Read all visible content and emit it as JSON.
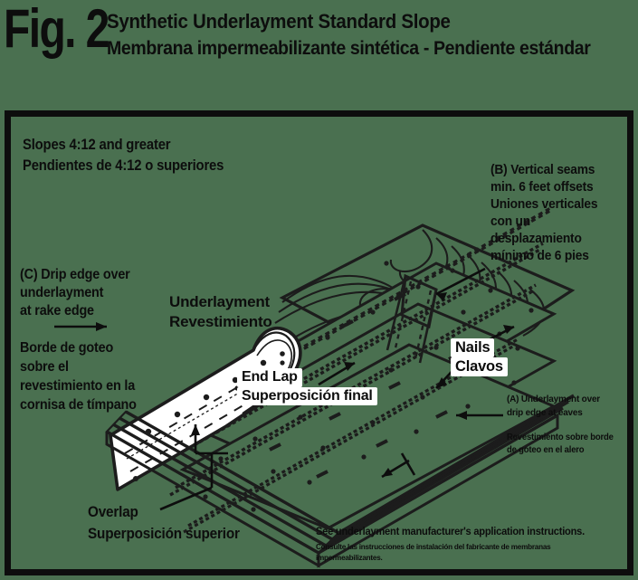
{
  "header": {
    "figure_number": "Fig. 2",
    "title_en": "Synthetic Underlayment Standard Slope",
    "title_es": "Membrana impermeabilizante sintética - Pendiente estándar"
  },
  "colors": {
    "background_green": "#4a7050",
    "ink_black": "#0d0d0d",
    "paper_white": "#ffffff"
  },
  "callouts": {
    "slopes": "Slopes 4:12 and greater\nPendientes de 4:12 o superiores",
    "drip_edge_en": "(C) Drip edge over\nunderlayment\nat rake edge",
    "drip_edge_es": "Borde de goteo\nsobre el\nrevestimiento en la\ncornisa de tímpano",
    "vertical_seams": "(B) Vertical seams\nmin. 6 feet offsets\nUniones verticales\ncon un\ndesplazamiento\nmínimo de 6 pies",
    "overlap": "Overlap\nSuperposición superior",
    "eaves_en": "(A) Underlayment over\ndrip edge at eaves",
    "eaves_es": "Revestimiento sobre borde\nde goteo en el alero"
  },
  "labels": {
    "underlayment_en": "Underlayment",
    "underlayment_es": "Revestimiento",
    "end_lap_en": "End Lap",
    "end_lap_es": "Superposición final",
    "nails_en": "Nails",
    "nails_es": "Clavos"
  },
  "footnote": {
    "en": "See underlayment manufacturer's application instructions.",
    "es": "Consulte las instrucciones de instalación del fabricante de membranas impermeabilizantes."
  },
  "diagram": {
    "type": "isometric-roof-deck-illustration",
    "subject": "Wood roof deck with synthetic underlayment rolled out, drip edge, nails and seam offsets",
    "elements": [
      "wood-deck-grain",
      "underlayment-roll",
      "underlayment-courses",
      "nail-fasteners",
      "rake-drip-edge",
      "eave-drip-edge",
      "end-lap-seam",
      "vertical-seam-offset"
    ]
  }
}
